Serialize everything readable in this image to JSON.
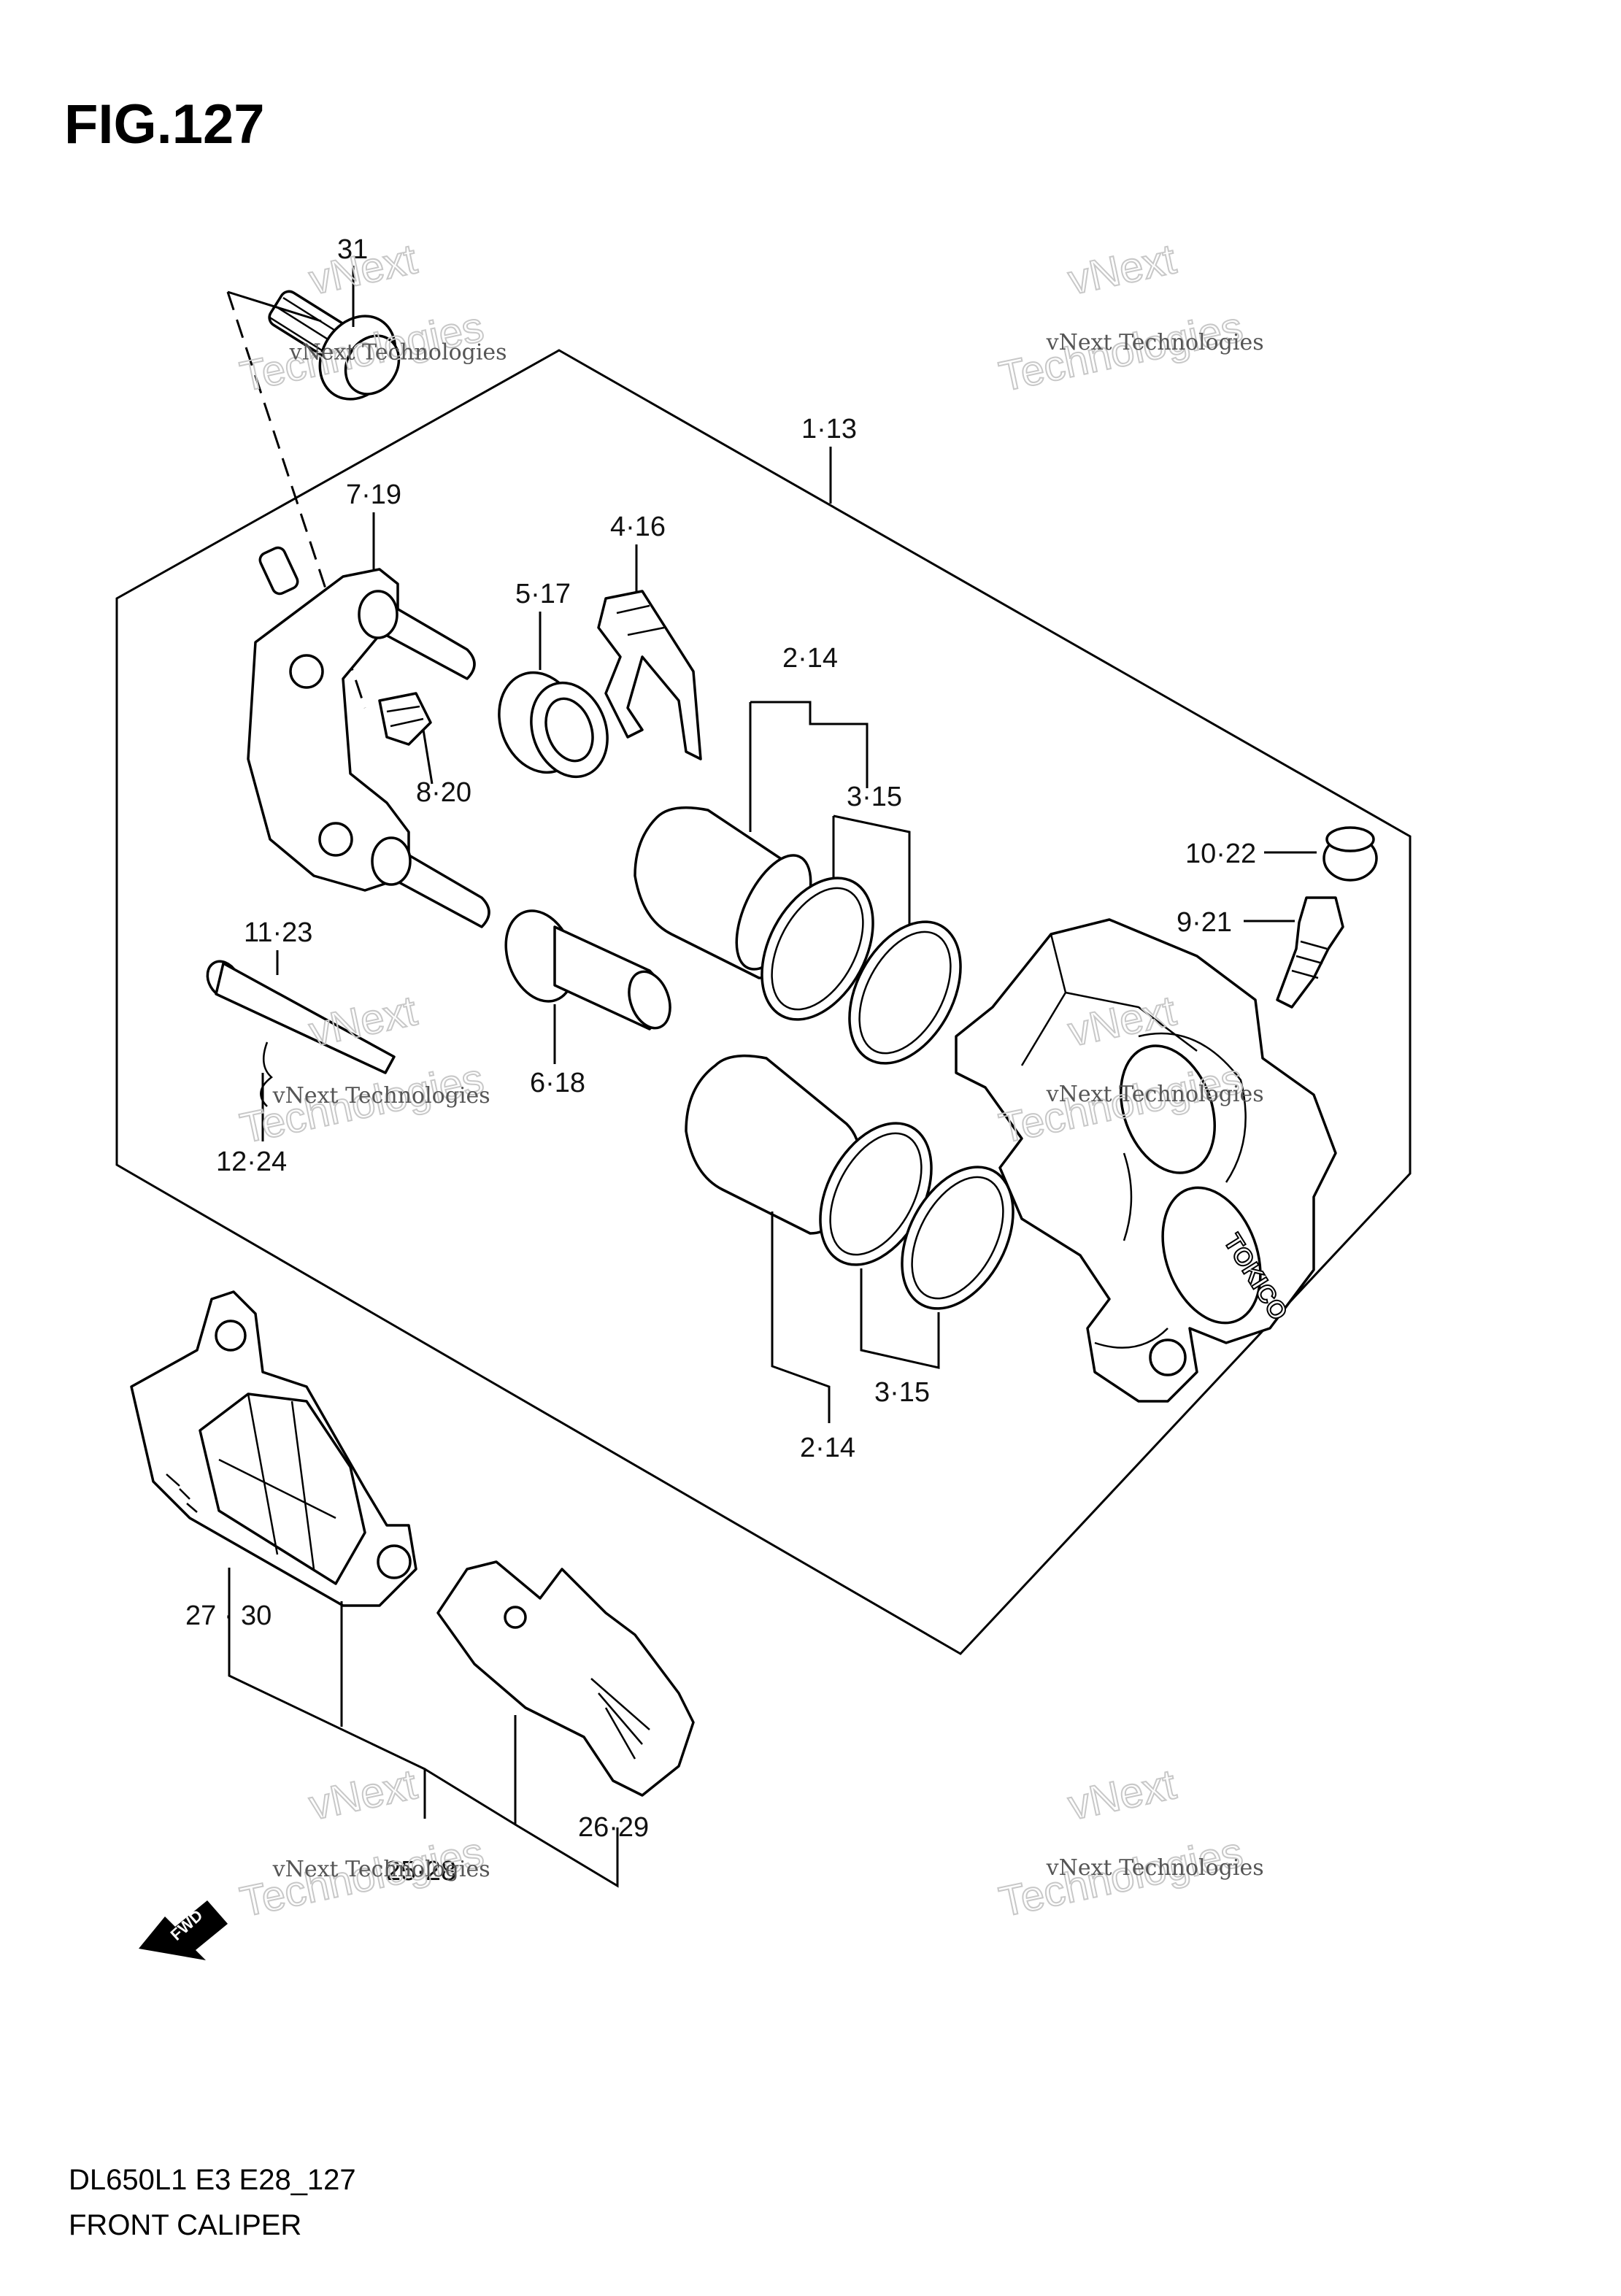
{
  "figure": {
    "title": "FIG.127",
    "model_code": "DL650L1 E3 E28_127",
    "section_name": "FRONT CALIPER"
  },
  "callouts": {
    "c31": "31",
    "c1_13": "1·13",
    "c7_19": "7·19",
    "c4_16": "4·16",
    "c5_17": "5·17",
    "c2_14_top": "2·14",
    "c3_15_top": "3·15",
    "c8_20": "8·20",
    "c10_22": "10·22",
    "c9_21": "9·21",
    "c11_23": "11·23",
    "c6_18": "6·18",
    "c12_24": "12·24",
    "c3_15_bottom": "3·15",
    "c2_14_bottom": "2·14",
    "c27_30": "27 · 30",
    "c25_28": "25·28",
    "c26_29": "26·29"
  },
  "part_markings": {
    "caliper_brand": "TOKICO",
    "direction_arrow": "FWD"
  },
  "watermark": {
    "line1": "vNext Technologies",
    "line2": "vNext",
    "line3": "Technologies"
  }
}
